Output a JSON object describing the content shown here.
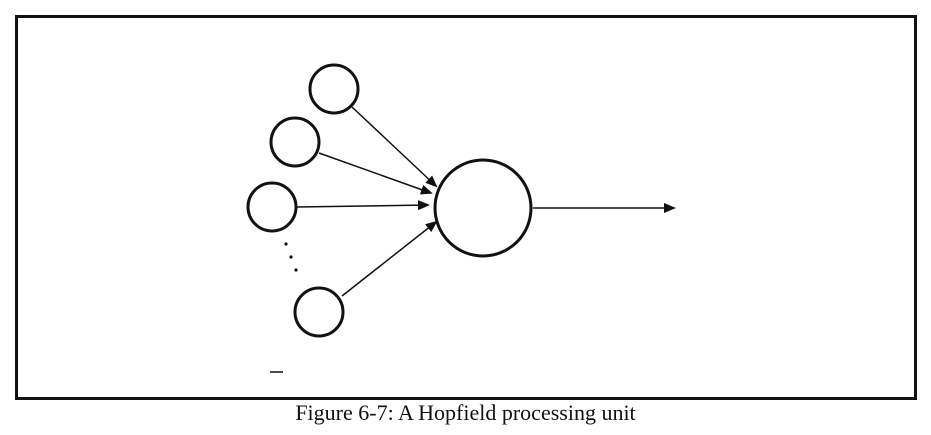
{
  "figure": {
    "caption": "Figure 6-7: A Hopfield processing unit"
  },
  "diagram": {
    "input_nodes": 4,
    "ellipsis": "...",
    "output_arrows": 1
  },
  "colors": {
    "line": "#111111",
    "background": "#ffffff"
  }
}
